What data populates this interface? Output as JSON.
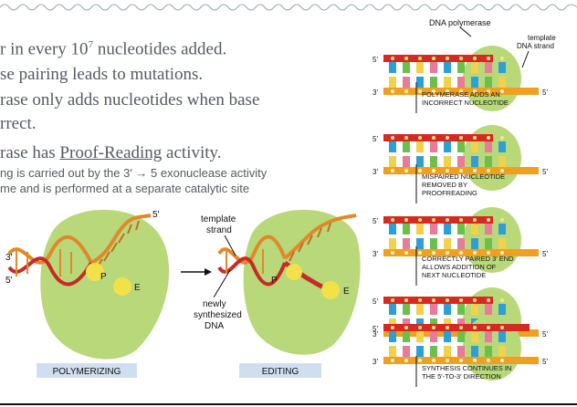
{
  "bullets": {
    "b1_pre": "r in every 10",
    "b1_sup": "7",
    "b1_post": " nucleotides added.",
    "b2": "se pairing leads to mutations.",
    "b3a": "rase only adds nucleotides when base",
    "b3b": "rrect.",
    "b4_pre": "rase has ",
    "b4_link": "Proof-Reading",
    "b4_post": " activity.",
    "s1": "ng is carried out by the 3′ → 5 exonuclease activity",
    "s2": "me and is performed at a separate catalytic site"
  },
  "left_diagram": {
    "label_5prime_top": "5′",
    "label_3prime": "3′",
    "label_5prime": "5′",
    "site_p": "P",
    "site_e": "E",
    "template_strand": [
      "template",
      "strand"
    ],
    "newly_synth": [
      "newly",
      "synthesized",
      "DNA"
    ],
    "polymerizing": "POLYMERIZING",
    "editing": "EDITING",
    "colors": {
      "enzyme": "#b8d87a",
      "site": "#f3e14a",
      "strand_orange": "#e0892a",
      "strand_red": "#c92a25",
      "label_box": "#cfdff0"
    }
  },
  "right_diagram": {
    "dna_polymerase": "DNA polymerase",
    "template_dna": [
      "template",
      "DNA strand"
    ],
    "p5": "5′",
    "p3": "3′",
    "steps": [
      [
        "POLYMERASE ADDS AN",
        "INCORRECT NUCLEOTIDE"
      ],
      [
        "MISPAIRED NUCLEOTIDE",
        "REMOVED BY",
        "PROOFREADING"
      ],
      [
        "CORRECTLY PAIRED 3′ END",
        "ALLOWS ADDITION OF",
        "NEXT NUCLEOTIDE"
      ],
      [
        "SYNTHESIS CONTINUES IN",
        "THE 5′-TO-3′ DIRECTION"
      ]
    ],
    "colors": {
      "strand_red": "#d42a22",
      "strand_orange": "#f0a020",
      "base_colors": [
        "#2d9fd8",
        "#6cc04a",
        "#f2d24b",
        "#e87a9a"
      ]
    }
  }
}
